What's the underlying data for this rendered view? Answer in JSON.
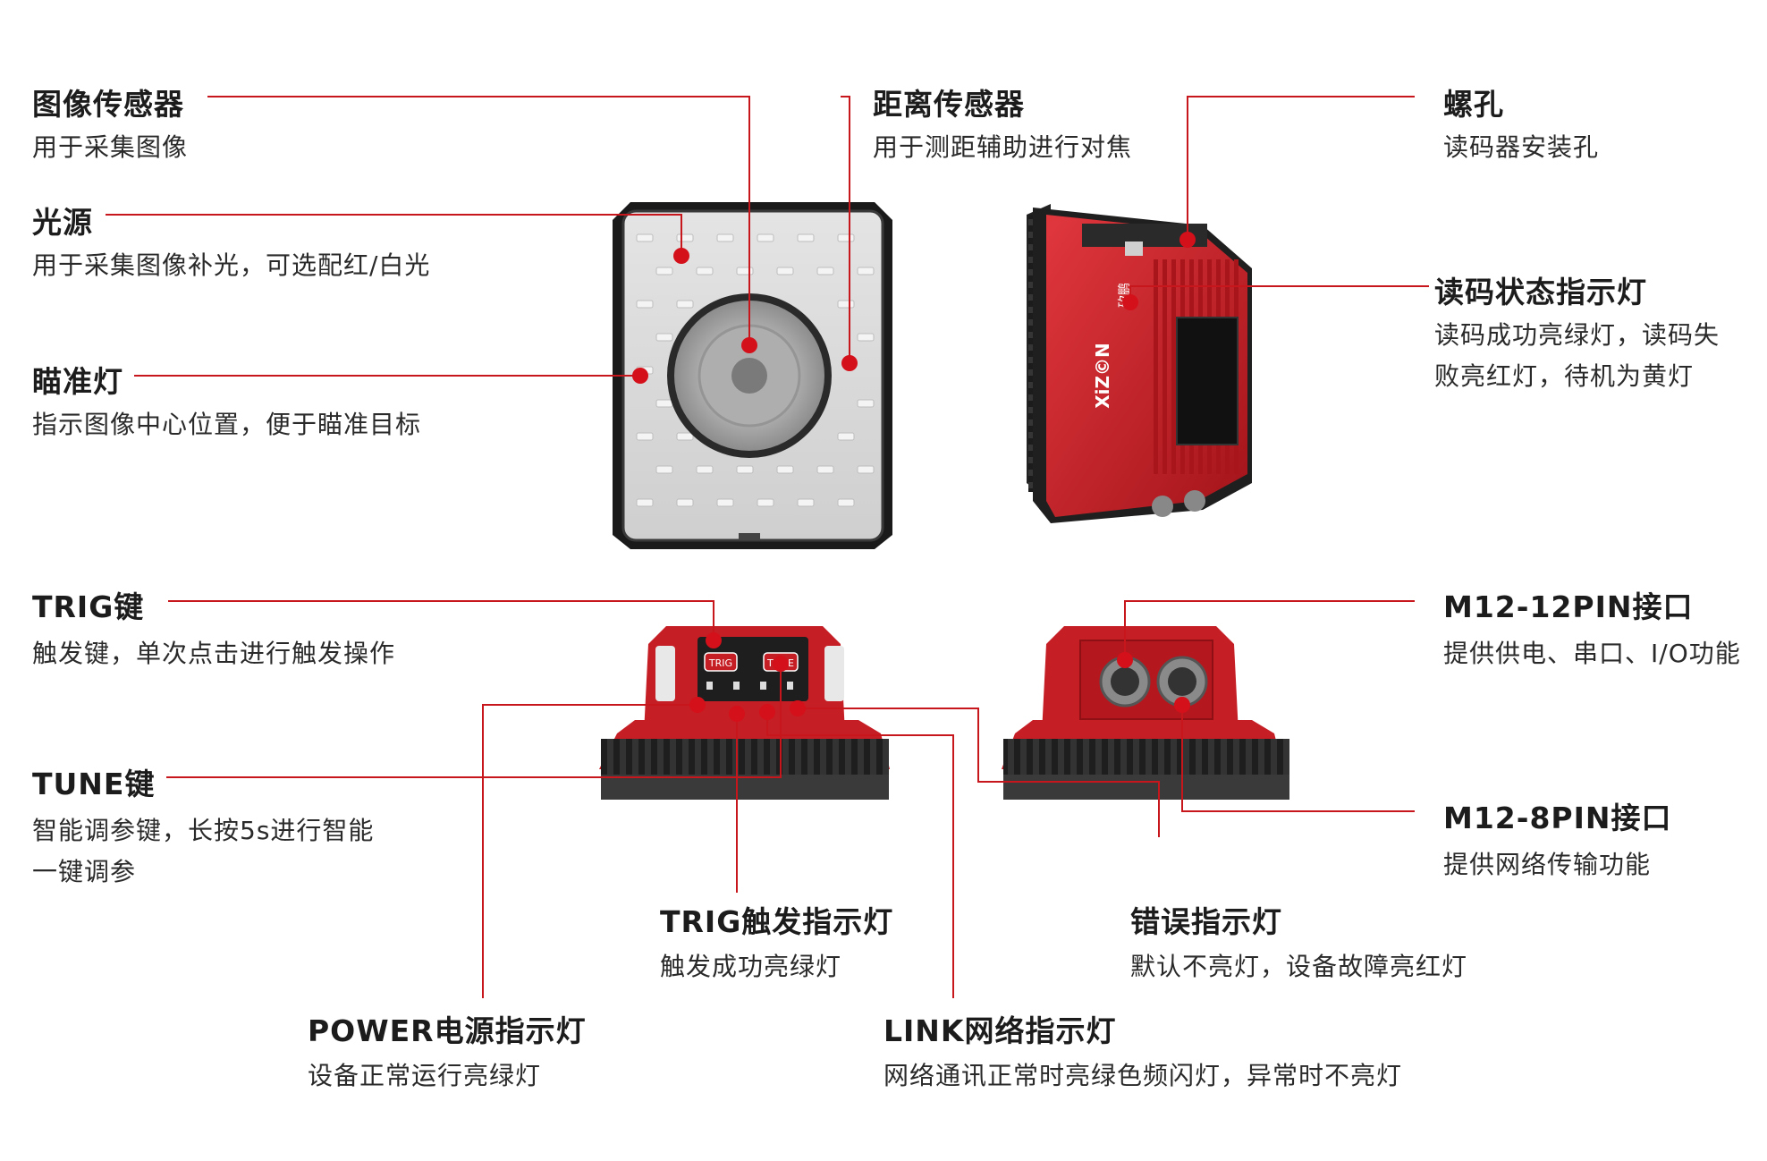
{
  "brand": {
    "logo_text": "XiZ©N",
    "logo_cn": "矽鹏",
    "trig_key_text": "TRIG",
    "tune_key_text": "TUNE"
  },
  "colors": {
    "accent": "#c8161d",
    "device_red": "#c91d24",
    "heatsink": "#2b2b2b",
    "cover": "#d9d9d9"
  },
  "callouts": [
    {
      "id": "image-sensor",
      "title": "图像传感器",
      "desc": [
        "用于采集图像"
      ]
    },
    {
      "id": "light-source",
      "title": "光源",
      "desc": [
        "用于采集图像补光，可选配红/白光"
      ]
    },
    {
      "id": "aiming-light",
      "title": "瞄准灯",
      "desc": [
        "指示图像中心位置，便于瞄准目标"
      ]
    },
    {
      "id": "distance-sensor",
      "title": "距离传感器",
      "desc": [
        "用于测距辅助进行对焦"
      ]
    },
    {
      "id": "screw-hole",
      "title": "螺孔",
      "desc": [
        "读码器安装孔"
      ]
    },
    {
      "id": "read-status-led",
      "title": "读码状态指示灯",
      "desc": [
        "读码成功亮绿灯，读码失",
        "败亮红灯，待机为黄灯"
      ]
    },
    {
      "id": "trig-key",
      "title": "TRIG键",
      "desc": [
        "触发键，单次点击进行触发操作"
      ]
    },
    {
      "id": "tune-key",
      "title": "TUNE键",
      "desc": [
        "智能调参键，长按5s进行智能",
        "一键调参"
      ]
    },
    {
      "id": "m12-12pin",
      "title": "M12-12PIN接口",
      "desc": [
        "提供供电、串口、I/O功能"
      ]
    },
    {
      "id": "m12-8pin",
      "title": "M12-8PIN接口",
      "desc": [
        "提供网络传输功能"
      ]
    },
    {
      "id": "trig-led",
      "title": "TRIG触发指示灯",
      "desc": [
        "触发成功亮绿灯"
      ]
    },
    {
      "id": "error-led",
      "title": "错误指示灯",
      "desc": [
        "默认不亮灯，设备故障亮红灯"
      ]
    },
    {
      "id": "power-led",
      "title": "POWER电源指示灯",
      "desc": [
        "设备正常运行亮绿灯"
      ]
    },
    {
      "id": "link-led",
      "title": "LINK网络指示灯",
      "desc": [
        "网络通讯正常时亮绿色频闪灯，异常时不亮灯"
      ]
    }
  ]
}
